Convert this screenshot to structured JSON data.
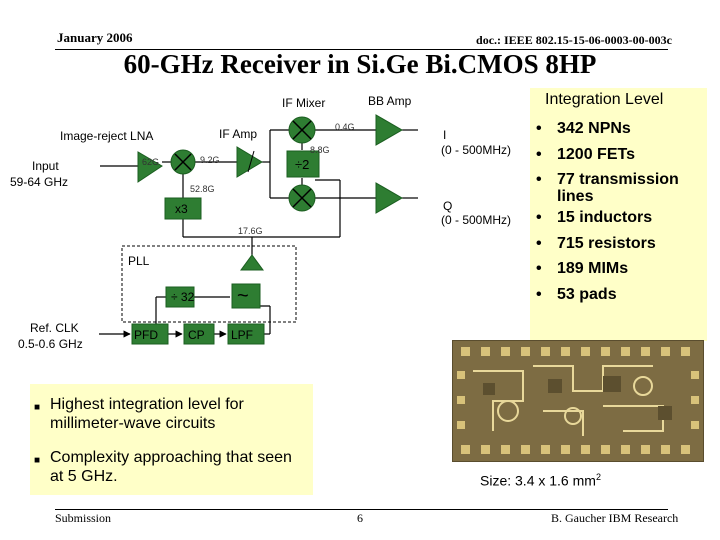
{
  "header": {
    "date": "January 2006",
    "doc": "doc.: IEEE 802.15-15-06-0003-00-003c"
  },
  "title": "60-GHz Receiver in Si.Ge Bi.CMOS 8HP",
  "diagram": {
    "if_mixer": "IF Mixer",
    "bb_amp": "BB Amp",
    "image_reject_lna": "Image-reject LNA",
    "if_amp": "IF Amp",
    "input": "Input",
    "input_freq": "59-64 GHz",
    "f_62g": "62G",
    "f_9_2g": "9.2G",
    "f_0_4g": "0.4G",
    "f_8_8g": "8.8G",
    "div2": "÷2",
    "f_52_8g": "52.8G",
    "x3": "x3",
    "f_17_6g": "17.6G",
    "pll": "PLL",
    "div32": "÷ 32",
    "tilde": "~",
    "ref_clk": "Ref. CLK",
    "ref_freq": "0.5-0.6 GHz",
    "pfd": "PFD",
    "cp": "CP",
    "lpf": "LPF",
    "i_label": "I",
    "i_range": "(0 - 500MHz)",
    "q_label": "Q",
    "q_range": "(0 - 500MHz)"
  },
  "integration": {
    "title": "Integration Level",
    "items": [
      "342 NPNs",
      "1200 FETs",
      "77 transmission lines",
      "15 inductors",
      "715 resistors",
      "189 MIMs",
      "53 pads"
    ]
  },
  "size": {
    "text": "Size: 3.4 x 1.6 mm",
    "sup": "2"
  },
  "bullets": [
    "Highest integration level for millimeter-wave circuits",
    "Complexity approaching that seen at 5 GHz."
  ],
  "footer": {
    "left": "Submission",
    "page": "6",
    "right": "B. Gaucher IBM Research"
  },
  "colors": {
    "triangle": "#2e7d32",
    "mixer": "#2e7d32",
    "highlight": "#ffffc8",
    "chip": "#8b7a4f"
  },
  "icons": {
    "mixer": "mixer-x-icon",
    "amp": "amplifier-triangle-icon",
    "vco": "tilde-icon",
    "bullet": "square-bullet-icon"
  }
}
